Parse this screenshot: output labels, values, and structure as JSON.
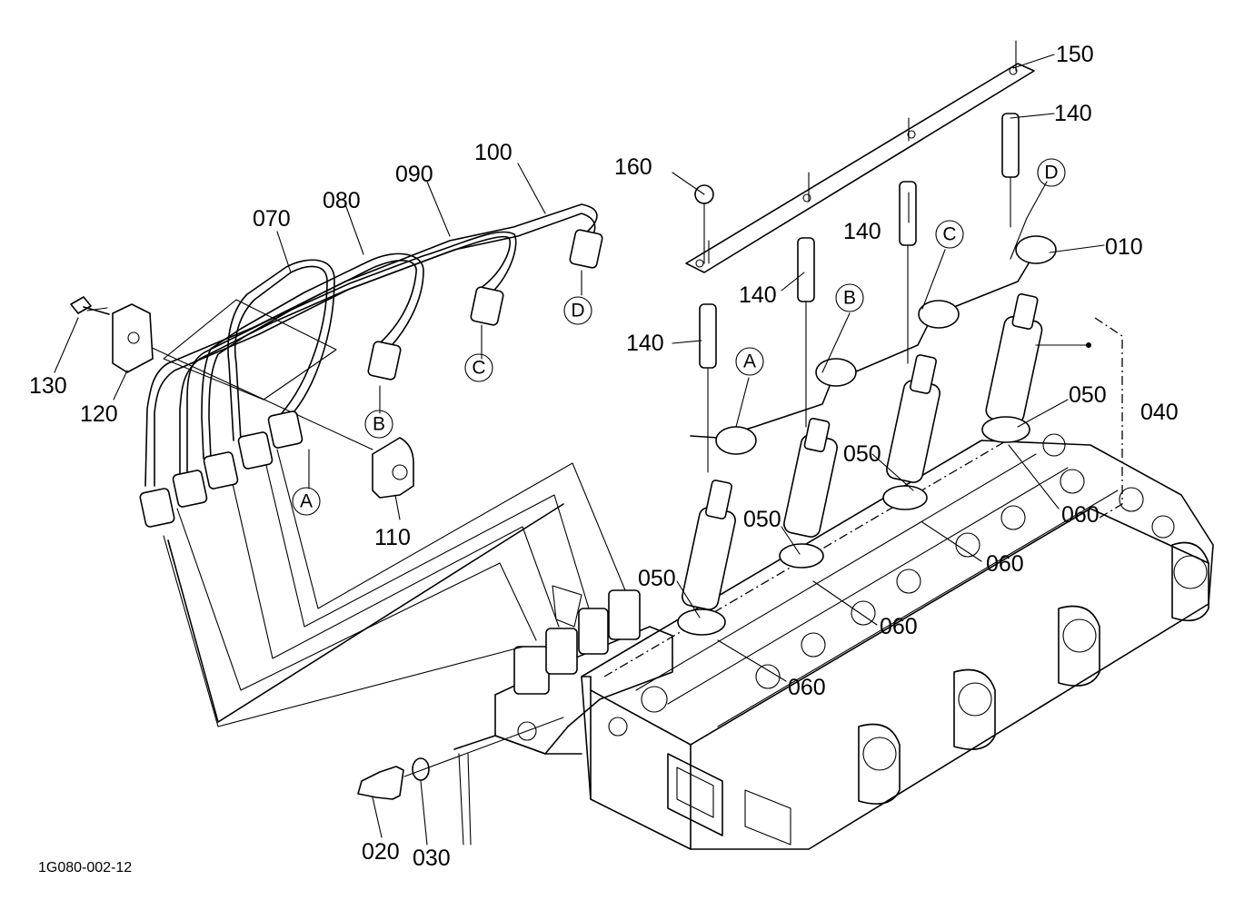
{
  "labels": {
    "p010": "010",
    "p020": "020",
    "p030": "030",
    "p040": "040",
    "p050": "050",
    "p060": "060",
    "p070": "070",
    "p080": "080",
    "p090": "090",
    "p100": "100",
    "p110": "110",
    "p120": "120",
    "p130": "130",
    "p140": "140",
    "p150": "150",
    "p160": "160"
  },
  "refs": {
    "a": "A",
    "b": "B",
    "c": "C",
    "d": "D"
  },
  "drawing_code": "1G080-002-12"
}
